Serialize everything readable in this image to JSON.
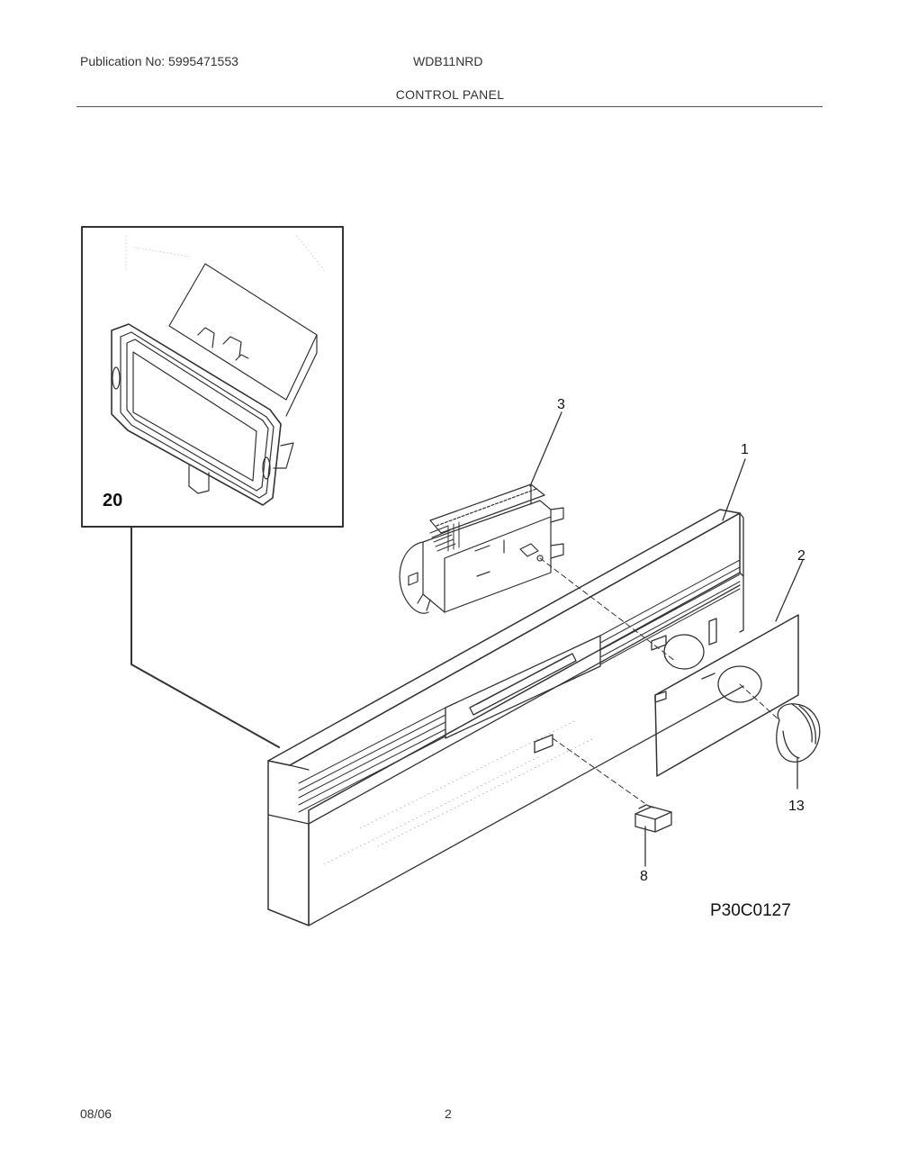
{
  "header": {
    "publication": "Publication No: 5995471553",
    "model": "WDB11NRD",
    "section_title": "CONTROL PANEL"
  },
  "diagram": {
    "callouts": {
      "part_1": "1",
      "part_2": "2",
      "part_3": "3",
      "part_8": "8",
      "part_13": "13",
      "part_20": "20"
    },
    "figure_code": "P30C0127"
  },
  "footer": {
    "date": "08/06",
    "page": "2"
  }
}
